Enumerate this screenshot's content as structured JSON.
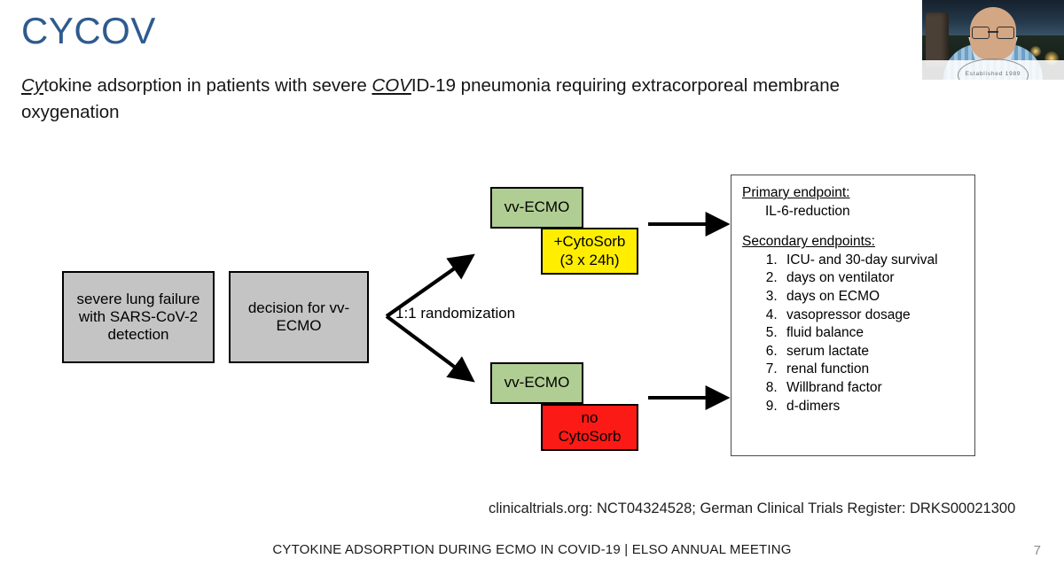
{
  "slide": {
    "title": "CYCOV",
    "subtitle_parts": {
      "a": "Cy",
      "b": "tokine adsorption in patients with severe ",
      "c": "COV",
      "d": "ID-19 pneumonia requiring extracorporeal membrane oxygenation"
    },
    "title_color": "#2e5b8e",
    "page_number": "7",
    "footer": "CYTOKINE ADSORPTION DURING ECMO IN COVID-19 | ELSO ANNUAL MEETING",
    "registry": "clinicaltrials.org: NCT04324528; German Clinical Trials Register: DRKS00021300"
  },
  "webcam": {
    "overlay_text": "Established 1989"
  },
  "diagram": {
    "colors": {
      "gray": "#c4c4c4",
      "green": "#b0ce93",
      "yellow": "#ffee00",
      "red": "#fb1a16",
      "border": "#000000"
    },
    "population_box": "severe lung failure\nwith SARS-CoV-2\ndetection",
    "decision_box": "decision for vv-\nECMO",
    "randomization_label": "1:1 randomization",
    "arm_treatment": {
      "ecmo_box": "vv-ECMO",
      "intervention_box": "+CytoSorb\n(3 x 24h)"
    },
    "arm_control": {
      "ecmo_box": "vv-ECMO",
      "intervention_box": "no\nCytoSorb"
    }
  },
  "endpoints": {
    "primary_heading": "Primary endpoint:",
    "primary_value": "IL-6-reduction",
    "secondary_heading": "Secondary endpoints:",
    "secondary_items": [
      "ICU- and 30-day survival",
      "days on ventilator",
      "days on ECMO",
      "vasopressor dosage",
      "fluid balance",
      "serum lactate",
      "renal function",
      "Willbrand factor",
      "d-dimers"
    ]
  }
}
